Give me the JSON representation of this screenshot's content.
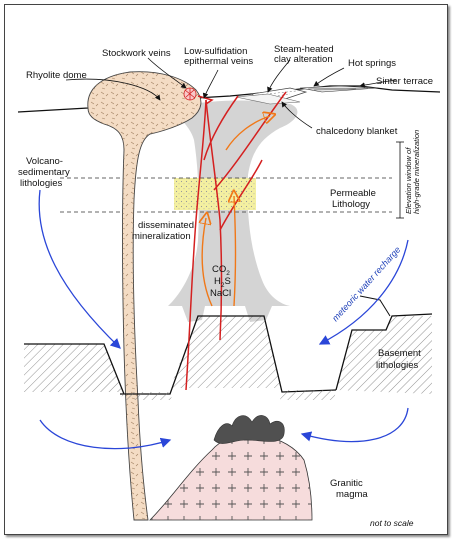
{
  "labels": {
    "rhyolite_dome": "Rhyolite dome",
    "stockwork_veins": "Stockwork veins",
    "low_sulfidation_1": "Low-sulfidation",
    "low_sulfidation_2": "epithermal veins",
    "steam_heated_1": "Steam-heated",
    "steam_heated_2": "clay alteration",
    "hot_springs": "Hot springs",
    "sinter_terrace": "Sinter terrace",
    "chalcedony_blanket": "chalcedony blanket",
    "volcano_sed_1": "Volcano-",
    "volcano_sed_2": "sedimentary",
    "volcano_sed_3": "lithologies",
    "permeable_1": "Permeable",
    "permeable_2": "Lithology",
    "disseminated_1": "disseminated",
    "disseminated_2": "mineralization",
    "fluid_co2": "CO",
    "fluid_co2_sub": "2",
    "fluid_h2s_h": "H",
    "fluid_h2s_sub": "2",
    "fluid_h2s_s": "S",
    "fluid_nacl": "NaCl",
    "meteoric": "meteoric water recharge",
    "basement_1": "Basement",
    "basement_2": "lithologies",
    "granitic_1": "Granitic",
    "granitic_2": "magma",
    "not_to_scale": "not to scale",
    "elevation_1": "Elevation window of",
    "elevation_2": "high-grade mineralization"
  },
  "colors": {
    "vein_red": "#d42020",
    "fluid_orange": "#f07818",
    "meteoric_blue": "#2a46d8",
    "plume_grey": "#d4d4d4",
    "dome_fill": "#f4dcc4",
    "magma_fill": "#f6dcdc",
    "magma_cap": "#505050",
    "permeable_fill": "#f4f0a0"
  }
}
